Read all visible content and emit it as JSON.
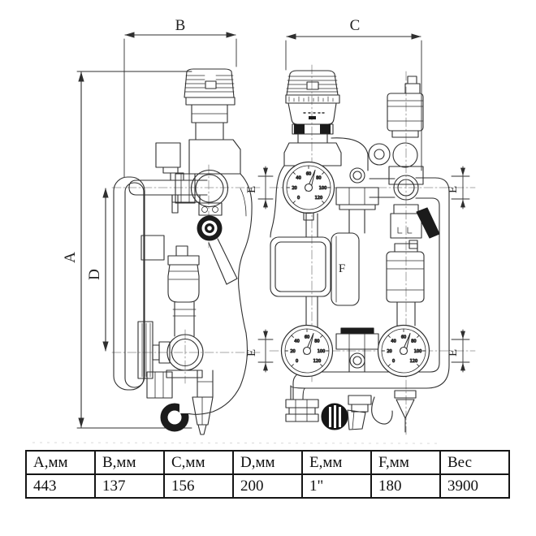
{
  "drawing": {
    "dimensions": {
      "A": "A",
      "B": "B",
      "C": "C",
      "D": "D",
      "E": "E",
      "F": "F"
    },
    "gauge_scale": [
      "0",
      "20",
      "40",
      "60",
      "80",
      "100",
      "120"
    ]
  },
  "table": {
    "headers": [
      "А,мм",
      "В,мм",
      "С,мм",
      "D,мм",
      "Е,мм",
      "F,мм",
      "Вес"
    ],
    "values": [
      "443",
      "137",
      "156",
      "200",
      "1\"",
      "180",
      "3900"
    ]
  },
  "colors": {
    "line": "#2f2f2f",
    "centerline": "#8a8a8a",
    "fill_dark": "#1b1b1b",
    "background": "#ffffff"
  }
}
